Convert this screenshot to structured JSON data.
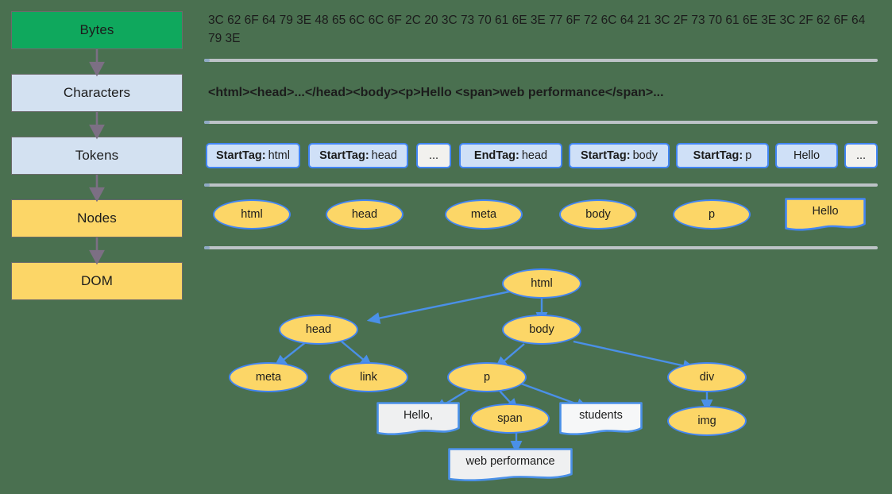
{
  "background_color": "#4a7050",
  "pipeline": {
    "stages": [
      {
        "label": "Bytes",
        "color": "#0fa85d"
      },
      {
        "label": "Characters",
        "color": "#d3e1f1"
      },
      {
        "label": "Tokens",
        "color": "#d3e1f1"
      },
      {
        "label": "Nodes",
        "color": "#fcd667"
      },
      {
        "label": "DOM",
        "color": "#fcd667"
      }
    ]
  },
  "bytes_row": {
    "text": "3C 62 6F 64 79 3E 48 65 6C 6C 6F 2C 20 3C 73 70 61 6E 3E 77 6F 72 6C 64 21 3C 2F 73 70 61 6E 3E 3C 2F 62 6F 64 79 3E"
  },
  "characters_row": {
    "text": "<html><head>...</head><body><p>Hello <span>web performance</span>..."
  },
  "tokens_row": {
    "tokens": [
      {
        "kind": "StartTag:",
        "value": "html",
        "pale": false
      },
      {
        "kind": "StartTag:",
        "value": "head",
        "pale": false
      },
      {
        "kind": "",
        "value": "...",
        "pale": true
      },
      {
        "kind": "EndTag:",
        "value": "head",
        "pale": false
      },
      {
        "kind": "StartTag:",
        "value": "body",
        "pale": false
      },
      {
        "kind": "StartTag:",
        "value": "p",
        "pale": false
      },
      {
        "kind": "",
        "value": "Hello",
        "pale": false
      },
      {
        "kind": "",
        "value": "...",
        "pale": true
      }
    ]
  },
  "nodes_row": {
    "nodes": [
      {
        "label": "html",
        "shape": "ellipse"
      },
      {
        "label": "head",
        "shape": "ellipse"
      },
      {
        "label": "meta",
        "shape": "ellipse"
      },
      {
        "label": "body",
        "shape": "ellipse"
      },
      {
        "label": "p",
        "shape": "ellipse"
      },
      {
        "label": "Hello",
        "shape": "document"
      }
    ]
  },
  "dom_tree": {
    "nodes": [
      {
        "id": "html",
        "label": "html",
        "shape": "ellipse"
      },
      {
        "id": "head",
        "label": "head",
        "shape": "ellipse"
      },
      {
        "id": "body",
        "label": "body",
        "shape": "ellipse"
      },
      {
        "id": "meta",
        "label": "meta",
        "shape": "ellipse"
      },
      {
        "id": "link",
        "label": "link",
        "shape": "ellipse"
      },
      {
        "id": "p",
        "label": "p",
        "shape": "ellipse"
      },
      {
        "id": "div",
        "label": "div",
        "shape": "ellipse"
      },
      {
        "id": "hello",
        "label": "Hello,",
        "shape": "document"
      },
      {
        "id": "span",
        "label": "span",
        "shape": "ellipse"
      },
      {
        "id": "students",
        "label": "students",
        "shape": "document"
      },
      {
        "id": "img",
        "label": "img",
        "shape": "ellipse"
      },
      {
        "id": "web-performance",
        "label": "web performance",
        "shape": "document"
      }
    ],
    "edges": [
      {
        "from": "html",
        "to": "head"
      },
      {
        "from": "html",
        "to": "body"
      },
      {
        "from": "head",
        "to": "meta"
      },
      {
        "from": "head",
        "to": "link"
      },
      {
        "from": "body",
        "to": "p"
      },
      {
        "from": "body",
        "to": "div"
      },
      {
        "from": "p",
        "to": "hello"
      },
      {
        "from": "p",
        "to": "span"
      },
      {
        "from": "p",
        "to": "students"
      },
      {
        "from": "div",
        "to": "img"
      },
      {
        "from": "span",
        "to": "web-performance"
      }
    ],
    "edge_color": "#4a90e8"
  }
}
